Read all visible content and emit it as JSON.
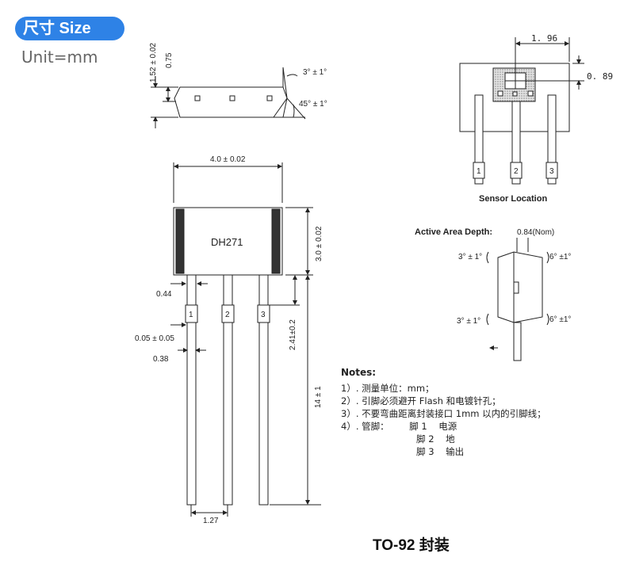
{
  "header": {
    "badge": "尺寸 Size",
    "unit": "Unit=mm"
  },
  "side_view": {
    "dim_height": "1.52 ± 0.02",
    "dim_inner": "0.75",
    "angle_top": "3° ± 1°",
    "angle_bottom": "45° ± 1°"
  },
  "front_view": {
    "width": "4.0 ± 0.02",
    "marking": "DH271",
    "body_height": "3.0 ± 0.02",
    "lead_gap": "0.44",
    "lead_tol": "0.05 ± 0.05",
    "lead_width": "0.38",
    "pin_labels": [
      "1",
      "2",
      "3"
    ],
    "bend_height": "2.41±0.2",
    "lead_length": "14 ± 1",
    "pitch": "1.27"
  },
  "sensor_location": {
    "x_offset": "1. 96",
    "y_offset": "0. 89",
    "caption": "Sensor Location",
    "pin_labels": [
      "1",
      "2",
      "3"
    ]
  },
  "active_area": {
    "label": "Active Area Depth:",
    "value": "0.84(Nom)",
    "angle_tl": "3° ± 1°",
    "angle_tr": "6° ±1°",
    "angle_bl": "3° ± 1°",
    "angle_br": "6° ±1°"
  },
  "notes": {
    "title": "Notes:",
    "lines": [
      "1）. 测量单位：mm；",
      "2）. 引脚必须避开 Flash 和电镀针孔；",
      "3）. 不要弯曲距离封装接口 1mm 以内的引脚线；",
      "4）. 管脚：       脚 1    电源",
      "                          脚 2    地",
      "                          脚 3    输出"
    ]
  },
  "package": "TO-92 封装"
}
